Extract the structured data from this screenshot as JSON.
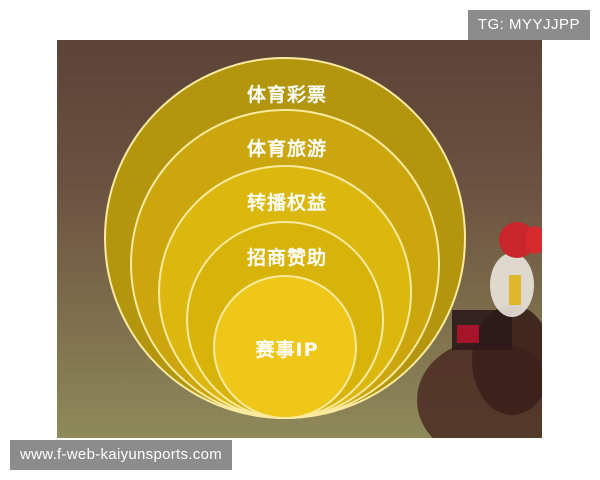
{
  "watermark": {
    "top_text": "TG: MYYJJPP",
    "bottom_text": "www.f-web-kaiyunsports.com"
  },
  "diagram": {
    "rings": [
      {
        "label": "体育彩票",
        "color": "#b4960e"
      },
      {
        "label": "体育旅游",
        "color": "#cba70d"
      },
      {
        "label": "转播权益",
        "color": "#dcb80f"
      },
      {
        "label": "招商赞助",
        "color": "#d8b40a"
      },
      {
        "label": "赛事IP",
        "color": "#eec718"
      }
    ],
    "ring_stroke": "#fbeaa0"
  }
}
